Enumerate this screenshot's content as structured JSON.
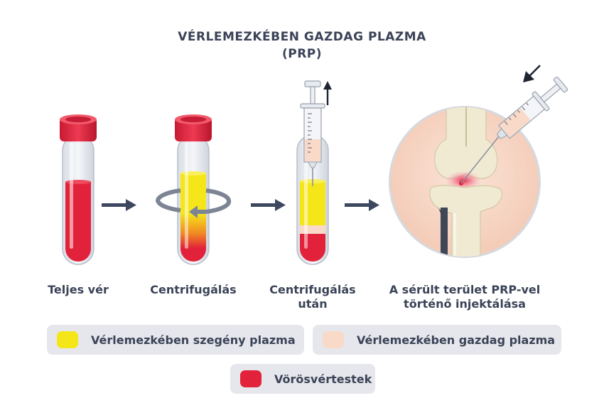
{
  "title": {
    "line1": "VÉRLEMEZKÉBEN GAZDAG PLAZMA",
    "line2": "(PRP)"
  },
  "steps": [
    {
      "label_line1": "Teljes vér",
      "label_line2": ""
    },
    {
      "label_line1": "Centrifugálás",
      "label_line2": ""
    },
    {
      "label_line1": "Centrifugálás",
      "label_line2": "után"
    },
    {
      "label_line1": "A sérült terület PRP-vel",
      "label_line2": "történő injektálása"
    }
  ],
  "legend": [
    {
      "label": "Vérlemezkében szegény plazma",
      "color": "#f5e61a"
    },
    {
      "label": "Vérlemezkében gazdag plazma",
      "color": "#f9d9c8"
    },
    {
      "label": "Vörösvértestek",
      "color": "#e2223a"
    }
  ],
  "colors": {
    "blood_red": "#e2223a",
    "cap_red": "#e0213d",
    "plasma_yellow": "#f5e61a",
    "prp_peach": "#f9d9c8",
    "arrow_gray": "#3d4760",
    "tissue_bg": "#f6d2c0",
    "bone": "#f1ead3"
  }
}
